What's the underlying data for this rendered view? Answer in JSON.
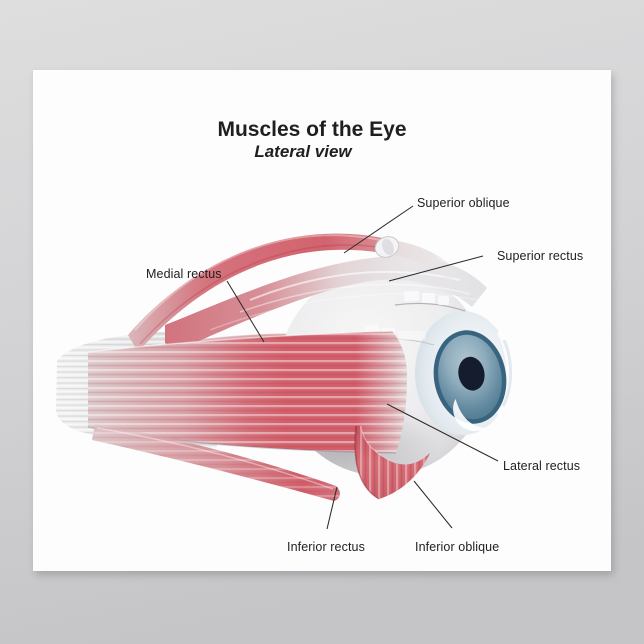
{
  "poster": {
    "title": "Muscles of the Eye",
    "subtitle": "Lateral view",
    "kind": "anatomical-diagram-poster",
    "view": "lateral"
  },
  "annotations": {
    "superior_oblique": "Superior oblique",
    "superior_rectus": "Superior rectus",
    "medial_rectus": "Medial rectus",
    "lateral_rectus": "Lateral rectus",
    "inferior_rectus": "Inferior rectus",
    "inferior_oblique": "Inferior oblique"
  },
  "palette": {
    "backdrop_top": "#dcdcde",
    "backdrop_bottom": "#c6c6c9",
    "poster_paper": "#fdfdfd",
    "muscle_rose": "#d2606c",
    "muscle_rose_light": "#e6a2a7",
    "tendon_grey": "#e6e6e9",
    "sclera_grey": "#ececee",
    "iris_blue": "#5b86a0",
    "iris_rim": "#39647f",
    "pupil_navy": "#151c2d",
    "label_ink": "#1f1f1f"
  }
}
